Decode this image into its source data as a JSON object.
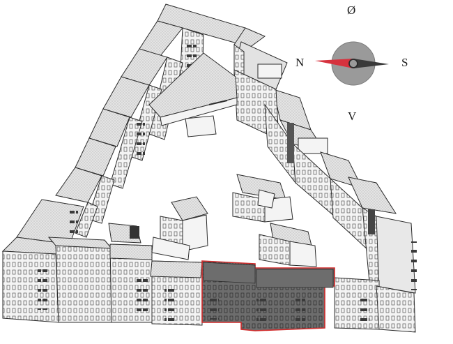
{
  "compass": {
    "east_label": "Ø",
    "north_label": "N",
    "south_label": "S",
    "west_label": "V",
    "needle_north_color": "#d6323e",
    "needle_south_color": "#3a3a3a",
    "disc_color": "#9a9a9a"
  },
  "drawing": {
    "line_color": "#2b2b2b",
    "wall_color": "#f4f4f4",
    "roof_color": "#e2e2e2",
    "highlight_fill": "#6d6d6d",
    "highlight_outline": "#d02a2a"
  }
}
